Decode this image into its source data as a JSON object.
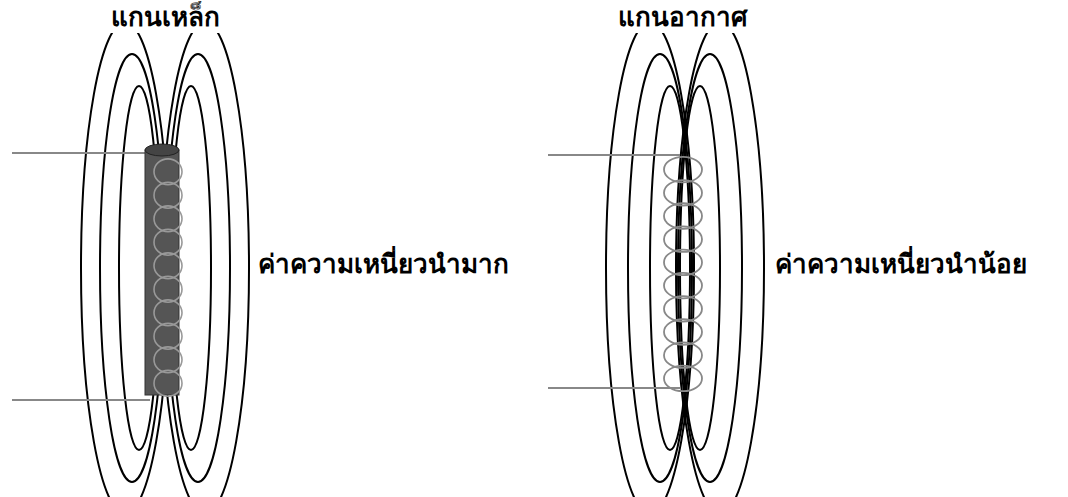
{
  "diagram": {
    "labels": [
      "แกนเหล็ก",
      "ค่าความเหนี่ยวนำมาก",
      "แกนอากาศ",
      "ค่าความเหนี่ยวนำน้อย"
    ]
  }
}
